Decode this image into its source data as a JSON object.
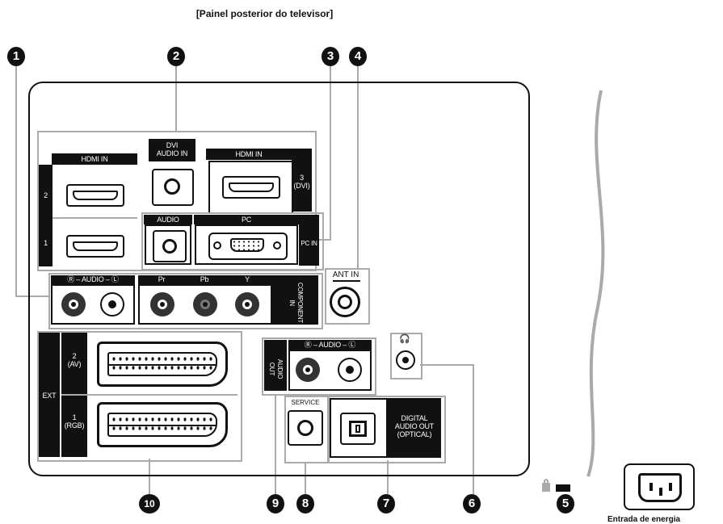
{
  "header": {
    "title": "[Painel posterior do televisor]"
  },
  "callouts": [
    "1",
    "2",
    "3",
    "4",
    "5",
    "6",
    "7",
    "8",
    "9",
    "10"
  ],
  "labels": {
    "hdmi_in_left": "HDMI IN",
    "hdmi_2": "2",
    "hdmi_1": "1",
    "dvi_audio_in": "DVI\nAUDIO IN",
    "hdmi_in_right": "HDMI IN",
    "hdmi_3_dvi": "3\n(DVI)",
    "audio": "AUDIO",
    "pc": "PC",
    "pc_in": "PC IN",
    "ant_in": "ANT IN",
    "component_audio": "Ⓡ – AUDIO – Ⓛ",
    "pr": "Pr",
    "pb": "Pb",
    "y": "Y",
    "component_in": "COMPONENT\nIN",
    "ext": "EXT",
    "ext_2": "2\n(AV)",
    "ext_1": "1\n(RGB)",
    "audio_out_lr": "Ⓡ – AUDIO – Ⓛ",
    "audio_out": "AUDIO\nOUT",
    "headphone": "🎧",
    "service": "SERVICE",
    "digital_audio_out": "DIGITAL\nAUDIO OUT\n(OPTICAL)"
  },
  "footer": {
    "power_label": "Entrada de energia"
  },
  "colors": {
    "outline": "#111111",
    "group_border": "#aaaaaa",
    "wave": "#aaaaaa",
    "jack_red": "#8a1a1a"
  }
}
